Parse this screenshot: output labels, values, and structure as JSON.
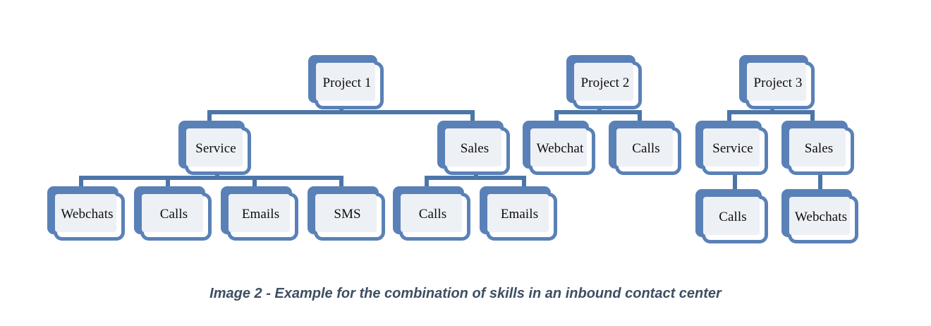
{
  "diagram": {
    "type": "org-tree",
    "title_caption": "Image 2 - Example for the combination of skills in an inbound contact center",
    "colors": {
      "box_border": "#5A81B7",
      "box_shadow_plate": "#5A81B7",
      "box_inner_fill": "#EDF0F5",
      "box_card_fill": "#FFFFFF",
      "connector": "#4C75A8",
      "label_text": "#0D0D0D",
      "caption_text": "#3E4E62",
      "background": "#FFFFFF"
    },
    "trees": [
      {
        "id": "project-1",
        "root": "Project 1",
        "branches": [
          {
            "label": "Service",
            "children": [
              "Webchats",
              "Calls",
              "Emails",
              "SMS"
            ]
          },
          {
            "label": "Sales",
            "children": [
              "Calls",
              "Emails"
            ]
          }
        ]
      },
      {
        "id": "project-2",
        "root": "Project 2",
        "branches": [
          {
            "label": "Webchat",
            "children": []
          },
          {
            "label": "Calls",
            "children": []
          }
        ]
      },
      {
        "id": "project-3",
        "root": "Project 3",
        "branches": [
          {
            "label": "Service",
            "children": [
              "Calls"
            ]
          },
          {
            "label": "Sales",
            "children": [
              "Webchats"
            ]
          }
        ]
      }
    ],
    "nodes": {
      "p1": "Project 1",
      "p1_service": "Service",
      "p1_sales": "Sales",
      "p1_service_webchats": "Webchats",
      "p1_service_calls": "Calls",
      "p1_service_emails": "Emails",
      "p1_service_sms": "SMS",
      "p1_sales_calls": "Calls",
      "p1_sales_emails": "Emails",
      "p2": "Project 2",
      "p2_webchat": "Webchat",
      "p2_calls": "Calls",
      "p3": "Project 3",
      "p3_service": "Service",
      "p3_sales": "Sales",
      "p3_service_calls": "Calls",
      "p3_sales_webchats": "Webchats"
    }
  }
}
